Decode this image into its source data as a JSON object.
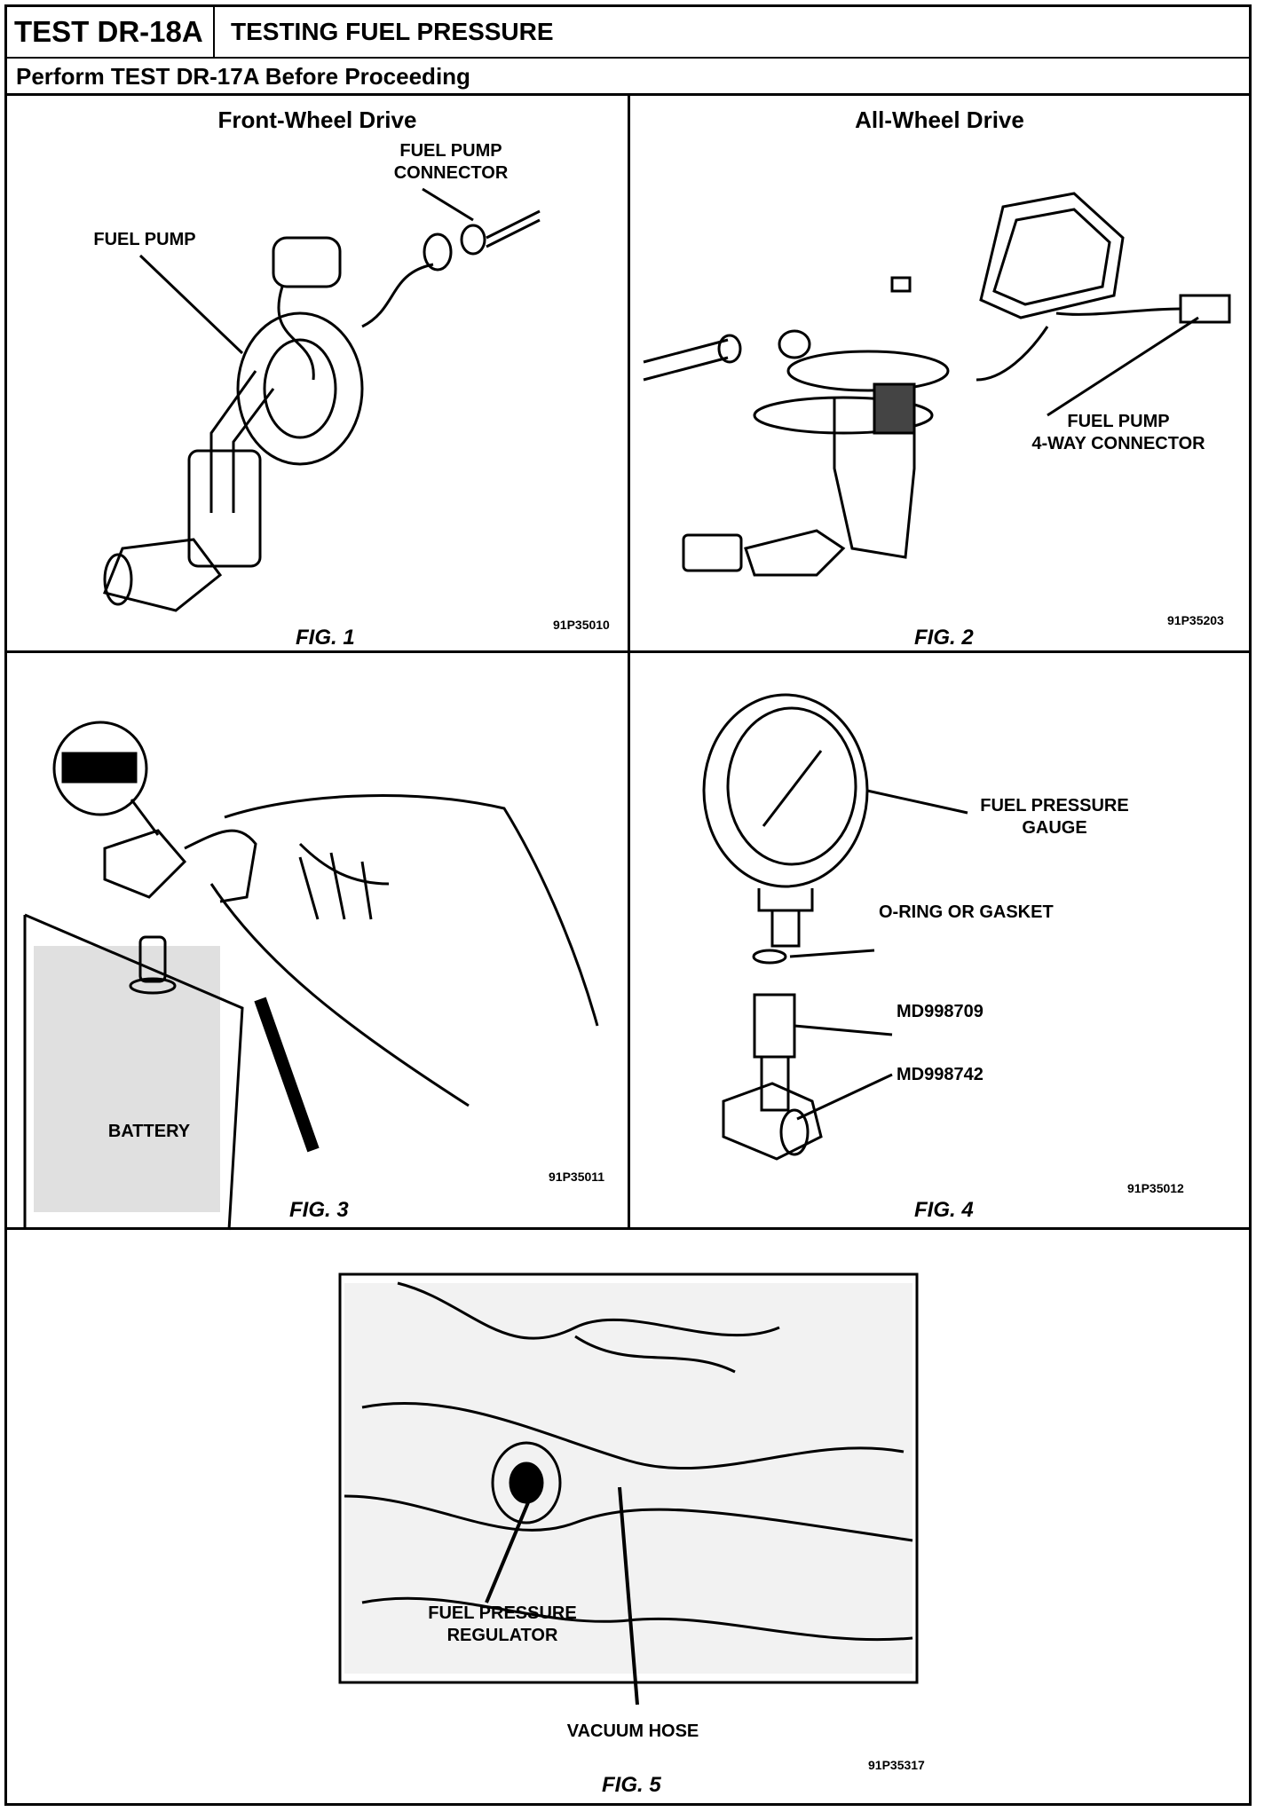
{
  "header": {
    "test_id": "TEST DR-18A",
    "test_title": "TESTING FUEL PRESSURE",
    "prerequisite": "Perform TEST DR-17A Before Proceeding"
  },
  "fig1": {
    "title": "Front-Wheel Drive",
    "label_connector_line1": "FUEL PUMP",
    "label_connector_line2": "CONNECTOR",
    "label_pump": "FUEL PUMP",
    "code": "91P35010",
    "caption": "FIG. 1"
  },
  "fig2": {
    "title": "All-Wheel Drive",
    "label_line1": "FUEL PUMP",
    "label_line2": "4-WAY CONNECTOR",
    "code": "91P35203",
    "caption": "FIG. 2"
  },
  "fig3": {
    "label_battery": "BATTERY",
    "code": "91P35011",
    "caption": "FIG. 3"
  },
  "fig4": {
    "label_gauge_line1": "FUEL PRESSURE",
    "label_gauge_line2": "GAUGE",
    "label_oring": "O-RING OR GASKET",
    "label_tool1": "MD998709",
    "label_tool2": "MD998742",
    "code": "91P35012",
    "caption": "FIG. 4"
  },
  "fig5": {
    "label_reg_line1": "FUEL PRESSURE",
    "label_reg_line2": "REGULATOR",
    "label_hose": "VACUUM HOSE",
    "code": "91P35317",
    "caption": "FIG. 5"
  }
}
